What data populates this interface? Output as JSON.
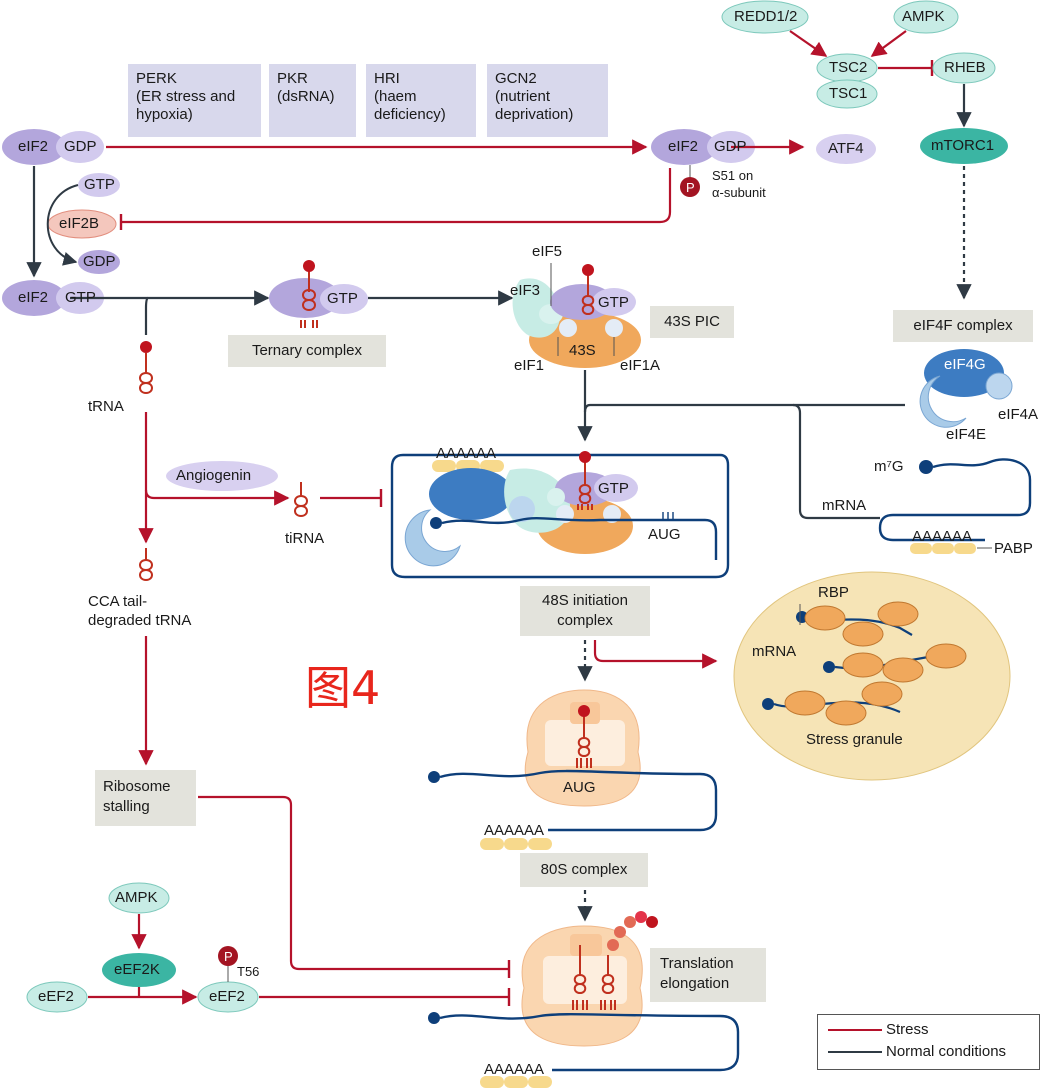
{
  "kinases": [
    {
      "name": "PERK",
      "detail": [
        "(ER stress and",
        "hypoxia)"
      ]
    },
    {
      "name": "PKR",
      "detail": [
        "(dsRNA)"
      ]
    },
    {
      "name": "HRI",
      "detail": [
        "(haem",
        "deficiency)"
      ]
    },
    {
      "name": "GCN2",
      "detail": [
        "(nutrient",
        "deprivation)"
      ]
    }
  ],
  "labels": {
    "eif2": "eIF2",
    "gdp": "GDP",
    "gtp": "GTP",
    "eif2b": "eIF2B",
    "atf4": "ATF4",
    "phospho": "P",
    "s51": [
      "S51 on",
      "α-subunit"
    ],
    "redd": "REDD1/2",
    "ampk": "AMPK",
    "tsc2": "TSC2",
    "tsc1": "TSC1",
    "rheb": "RHEB",
    "mtorc1": "mTORC1",
    "ternary": "Ternary complex",
    "eif5": "eIF5",
    "eif3": "eIF3",
    "pic43s": "43S PIC",
    "s43": "43S",
    "eif1": "eIF1",
    "eif1a": "eIF1A",
    "eif4f": "eIF4F complex",
    "eif4g": "eIF4G",
    "eif4a": "eIF4A",
    "eif4e": "eIF4E",
    "m7g": "m⁷G",
    "mrna": "mRNA",
    "polya": "AAAAAA",
    "pabp": "PABP",
    "trna": "tRNA",
    "angiogenin": "Angiogenin",
    "tirna": "tiRNA",
    "aug": "AUG",
    "cca": [
      "CCA tail-",
      "degraded tRNA"
    ],
    "init48s": [
      "48S initiation",
      "complex"
    ],
    "rbp": "RBP",
    "sg_mrna": "mRNA",
    "stress_granule": "Stress granule",
    "figure_mark": "图4",
    "stalling": [
      "Ribosome",
      "stalling"
    ],
    "complex80s": "80S complex",
    "ampk2": "AMPK",
    "eef2k": "eEF2K",
    "eef2": "eEF2",
    "eef2_p": "eEF2",
    "t56": "T56",
    "elongation": [
      "Translation",
      "elongation"
    ]
  },
  "legend": [
    {
      "label": "Stress",
      "color": "#b5122b"
    },
    {
      "label": "Normal conditions",
      "color": "#2f3a44"
    }
  ],
  "colors": {
    "stress": "#b5122b",
    "normal": "#2f3a44",
    "eif2_purple": "#b3a6dc",
    "cyan_light": "#c7ece5",
    "teal": "#3bb5a3",
    "orange_43s": "#f0a85c",
    "blue_eif4g": "#3d7cc2",
    "mrna_blue": "#0e3f7a",
    "granule": "#f6e4b6",
    "polya_yellow": "#f7d98c",
    "figure_red": "#e8261c"
  }
}
